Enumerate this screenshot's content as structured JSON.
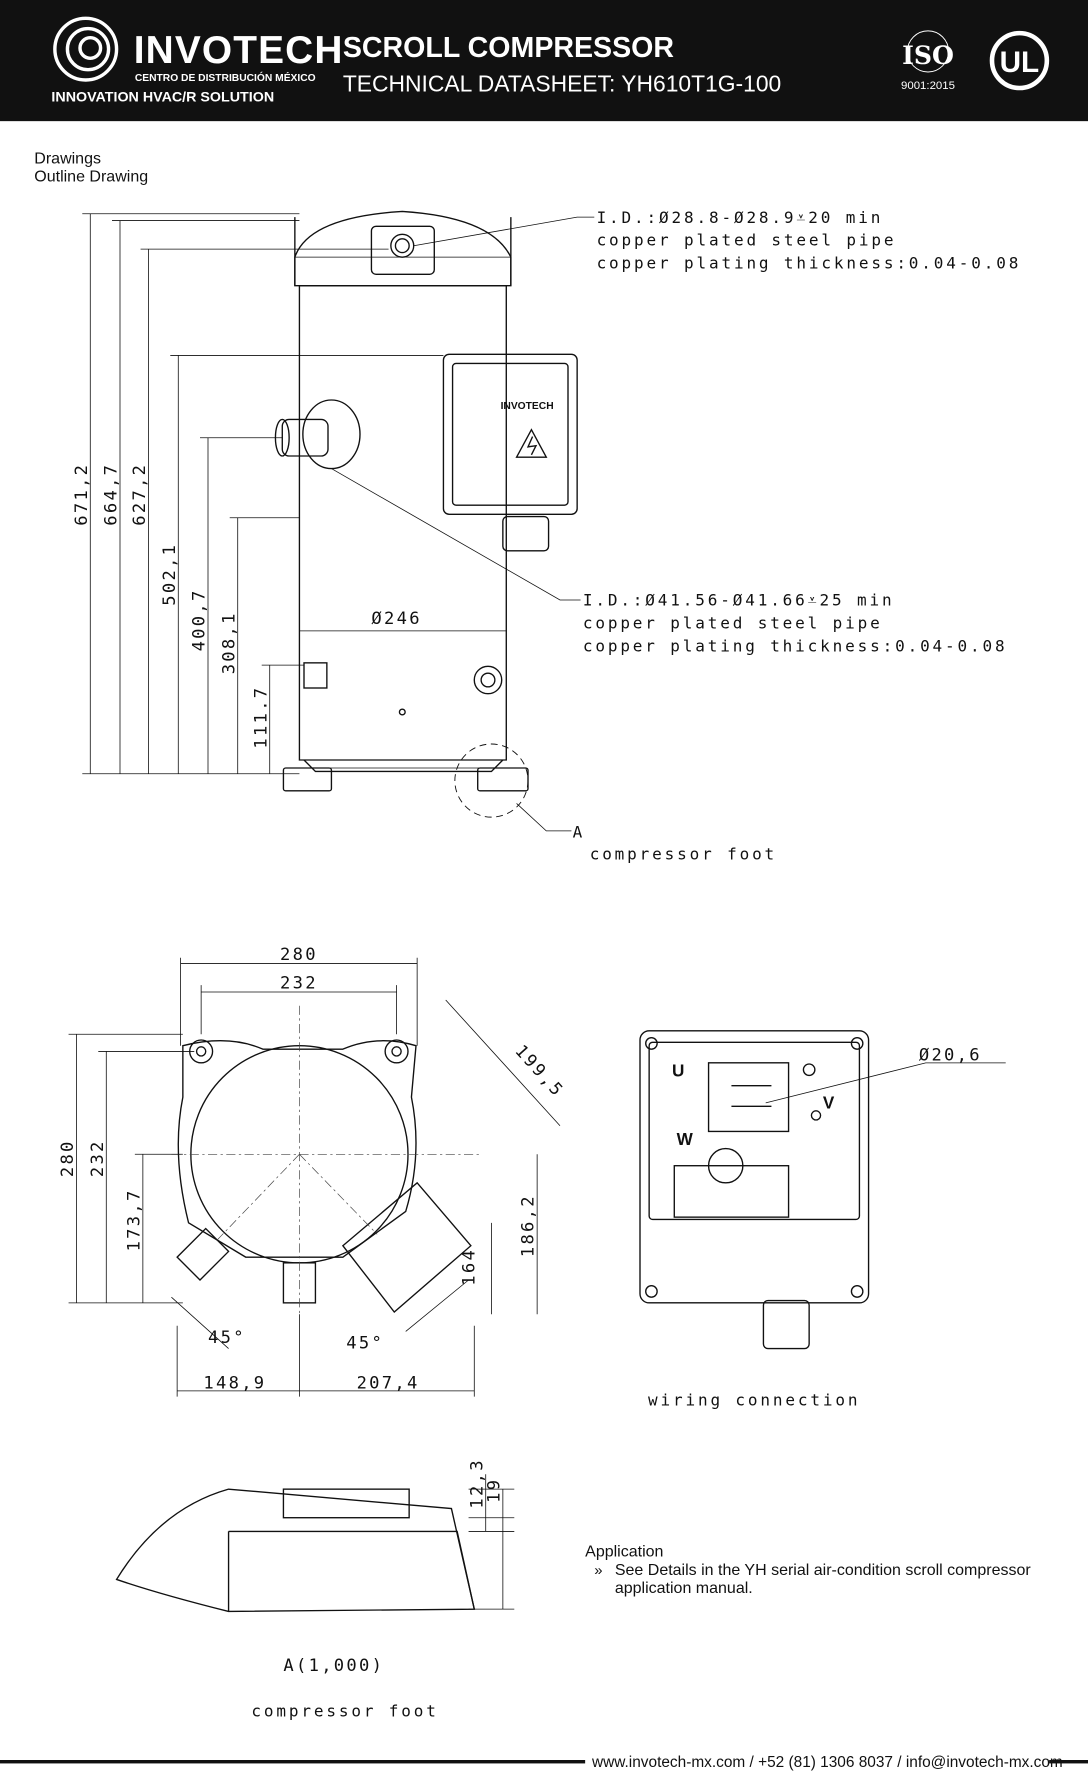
{
  "header": {
    "brand": "INVOTECH",
    "brand_sub": "CENTRO DE DISTRIBUCIÓN MÉXICO",
    "brand_tagline": "INNOVATION HVAC/R SOLUTION",
    "title": "SCROLL COMPRESSOR",
    "subtitle": "TECHNICAL DATASHEET: YH610T1G-100",
    "iso_label": "ISO",
    "iso_standard": "9001:2015",
    "ul_label": "UL"
  },
  "section": {
    "heading": "Drawings",
    "subheading": "Outline Drawing"
  },
  "side_view": {
    "heights": [
      "671,2",
      "664,7",
      "627,2",
      "502,1",
      "400,7",
      "308,1",
      "111.7"
    ],
    "diameter": "Ø246",
    "box_brand": "INVOTECH",
    "discharge_note": [
      "I.D.:Ø28.8-Ø28.9⩡20 min",
      "copper plated steel pipe",
      "copper plating thickness:0.04-0.08"
    ],
    "suction_note": [
      "I.D.:Ø41.56-Ø41.66⩡25 min",
      "copper plated steel pipe",
      "copper plating thickness:0.04-0.08"
    ],
    "foot_ref": "A",
    "foot_label": "compressor foot"
  },
  "top_view": {
    "width_outer": "280",
    "width_inner": "232",
    "height_outer": "280",
    "height_inner": "232",
    "height_small": "173,7",
    "diag_1": "199,5",
    "diag_2": "186,2",
    "diag_3": "164",
    "angle_left": "45°",
    "angle_right": "45°",
    "offset_left": "148,9",
    "offset_right": "207,4"
  },
  "wiring": {
    "diameter": "Ø20,6",
    "terminals": [
      "U",
      "V",
      "W"
    ],
    "label": "wiring connection"
  },
  "foot_detail": {
    "dim_a": "12,3",
    "dim_b": "19",
    "scale": "A(1,000)",
    "label": "compressor foot"
  },
  "application": {
    "heading": "Application",
    "bullet": "»",
    "text_line1": "See Details in the YH serial air-condition scroll compressor",
    "text_line2": "application manual."
  },
  "footer": {
    "contact": "www.invotech-mx.com / +52 (81) 1306 8037 / info@invotech-mx.com"
  }
}
